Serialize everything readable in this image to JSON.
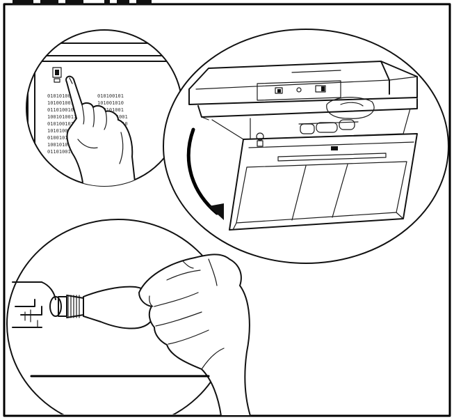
{
  "figure": {
    "panels": [
      {
        "id": "hand-press-switch"
      },
      {
        "id": "open-hood-filter-panel"
      },
      {
        "id": "bulb-replacement"
      }
    ]
  },
  "colors": {
    "ink": "#111111",
    "paper": "#ffffff"
  },
  "icons": {
    "switch": "rocker-switch-icon",
    "rotate_arrow": "curved-arrow-icon",
    "bulb": "light-bulb-icon"
  }
}
